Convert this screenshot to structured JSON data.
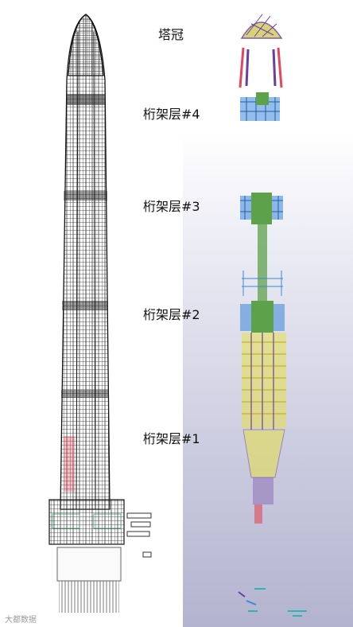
{
  "labels": {
    "crown": "塔冠",
    "truss4": "桁架层#4",
    "truss3": "桁架层#3",
    "truss2": "桁架层#2",
    "truss1": "桁架层#1"
  },
  "watermark": "大都数据",
  "colors": {
    "frame": "#111111",
    "core_green": "#5da24a",
    "truss_blue": "#3a87d8",
    "member_yellow": "#e8e23a",
    "member_purple": "#6a3fa0",
    "member_red": "#e2475a"
  }
}
